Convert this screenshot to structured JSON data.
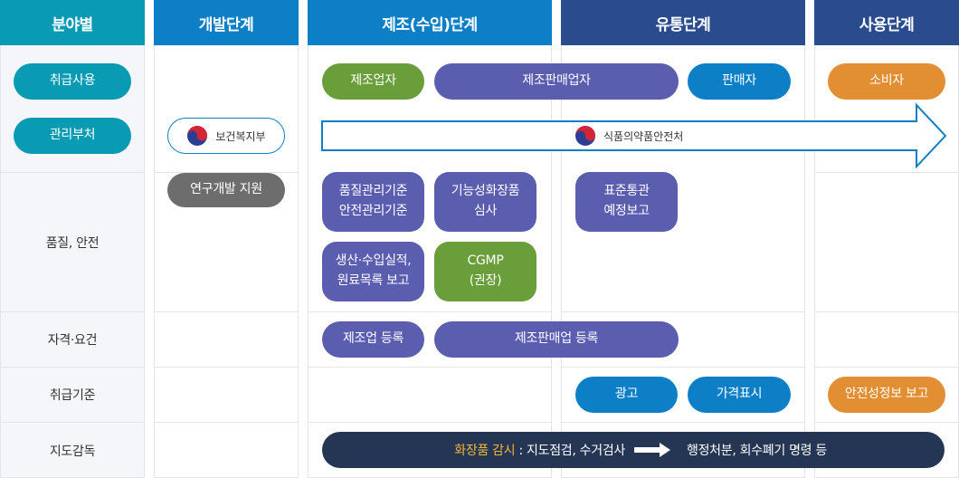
{
  "headers": {
    "field": "분야별",
    "dev": "개발단계",
    "mfg": "제조(수입)단계",
    "dist": "유통단계",
    "use": "사용단계"
  },
  "colors": {
    "header_field": "#0a9bb4",
    "header_dev": "#0d7fc6",
    "header_mfg": "#0d7fc6",
    "header_dist": "#2a4c8f",
    "header_use": "#2a4c8f",
    "teal": "#0a9bb4",
    "green": "#6a9e3a",
    "purple": "#5b5daf",
    "blue": "#0d7fc6",
    "orange": "#e28e33",
    "gray": "#6d6d6d",
    "navy": "#243654",
    "highlight": "#f5b638"
  },
  "rows": {
    "handling_use": "취급사용",
    "ministry": "관리부처",
    "quality": "품질, 안전",
    "qualification": "자격·요건",
    "standard": "취급기준",
    "supervision": "지도감독"
  },
  "handling": {
    "manufacturer": "제조업자",
    "mfg_seller": "제조판매업자",
    "seller": "판매자",
    "consumer": "소비자"
  },
  "ministries": {
    "welfare": "보건복지부",
    "mfds": "식품의약품안전처"
  },
  "quality": {
    "rnd": "연구개발 지원",
    "std_line1": "품질관리기준",
    "std_line2": "안전관리기준",
    "func_line1": "기능성화장품",
    "func_line2": "심사",
    "prod_line1": "생산·수입실적,",
    "prod_line2": "원료목록 보고",
    "cgmp_line1": "CGMP",
    "cgmp_line2": "(권장)",
    "customs_line1": "표준통관",
    "customs_line2": "예정보고"
  },
  "qualification": {
    "mfg_reg": "제조업 등록",
    "mfgsell_reg": "제조판매업 등록"
  },
  "standard": {
    "ad": "광고",
    "price": "가격표시",
    "safety": "안전성정보 보고"
  },
  "supervision": {
    "highlight": "화장품 감시",
    "first": " : 지도점검, 수거검사",
    "second": "행정처분, 회수폐기 명령 등"
  }
}
